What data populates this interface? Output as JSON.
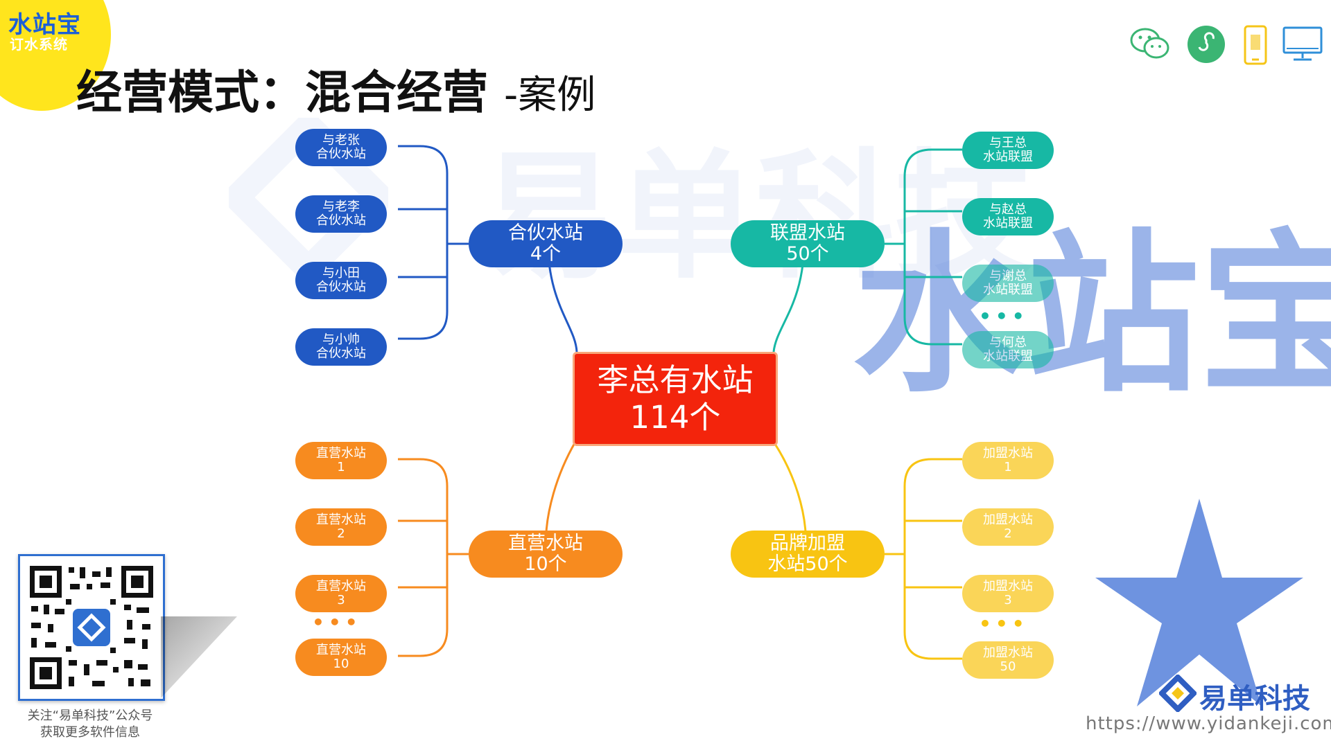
{
  "logo": {
    "name": "水站宝",
    "subtitle": "订水系统"
  },
  "title": {
    "main": "经营模式：混合经营",
    "suffix": "-案例"
  },
  "watermark": {
    "brand": "易单科技",
    "product": "水站宝"
  },
  "mindmap": {
    "center": "李总有水站\n114个",
    "branches": [
      {
        "id": "partner",
        "label": "合伙水站\n4个",
        "color": "#2159c4",
        "leaves": [
          "与老张\n合伙水站",
          "与老李\n合伙水站",
          "与小田\n合伙水站",
          "与小帅\n合伙水站"
        ]
      },
      {
        "id": "alliance",
        "label": "联盟水站\n50个",
        "color": "#17b8a4",
        "leaves": [
          "与王总\n水站联盟",
          "与赵总\n水站联盟",
          "与谢总\n水站联盟",
          "与何总\n水站联盟"
        ],
        "dots": "•••"
      },
      {
        "id": "direct",
        "label": "直营水站\n10个",
        "color": "#f78b1f",
        "leaves": [
          "直营水站\n1",
          "直营水站\n2",
          "直营水站\n3",
          "直营水站\n10"
        ],
        "dots": "•••"
      },
      {
        "id": "franchise",
        "label": "品牌加盟\n水站50个",
        "color": "#f8c412",
        "leaves": [
          "加盟水站\n1",
          "加盟水站\n2",
          "加盟水站\n3",
          "加盟水站\n50"
        ],
        "dots": "•••"
      }
    ]
  },
  "qr": {
    "caption": "关注“易单科技”公众号\n获取更多软件信息"
  },
  "footer": {
    "brand": "易单科技",
    "url": "https://www.yidankeji.com"
  },
  "icons": [
    "wechat-icon",
    "mini-program-icon",
    "mobile-icon",
    "desktop-icon"
  ],
  "colors": {
    "accent_blue": "#2159c4",
    "teal": "#17b8a4",
    "orange": "#f78b1f",
    "yellow": "#f8c412",
    "center_red": "#f3240c",
    "logo_yellow": "#ffe51d"
  }
}
